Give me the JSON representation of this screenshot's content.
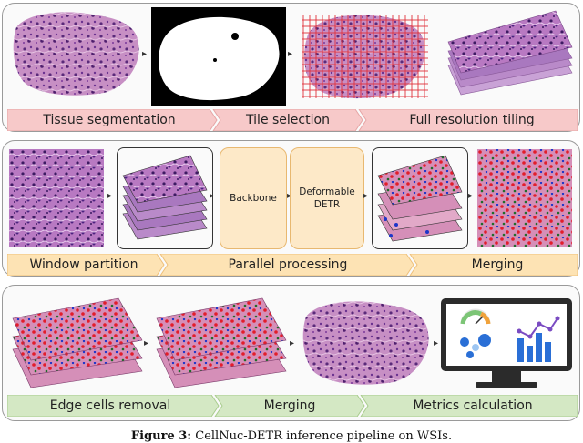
{
  "rows": [
    {
      "stages": [
        "Tissue segmentation",
        "Tile selection",
        "Full resolution tiling"
      ],
      "bar_color": "#f7c9c9"
    },
    {
      "stages": [
        "Window partition",
        "Parallel processing",
        "Merging"
      ],
      "bar_color": "#fde3b4",
      "boxes": {
        "backbone": "Backbone",
        "detr_line1": "Deformable",
        "detr_line2": "DETR"
      }
    },
    {
      "stages": [
        "Edge cells removal",
        "Merging",
        "Metrics calculation"
      ],
      "bar_color": "#d4e8c4"
    }
  ],
  "caption": {
    "label": "Figure 3:",
    "text": " CellNuc-DETR inference pipeline on WSIs."
  },
  "icons": [
    "tissue-image",
    "tissue-mask",
    "tile-grid",
    "tile-stack",
    "monitor-icon",
    "gauge-icon",
    "bar-chart-icon"
  ]
}
